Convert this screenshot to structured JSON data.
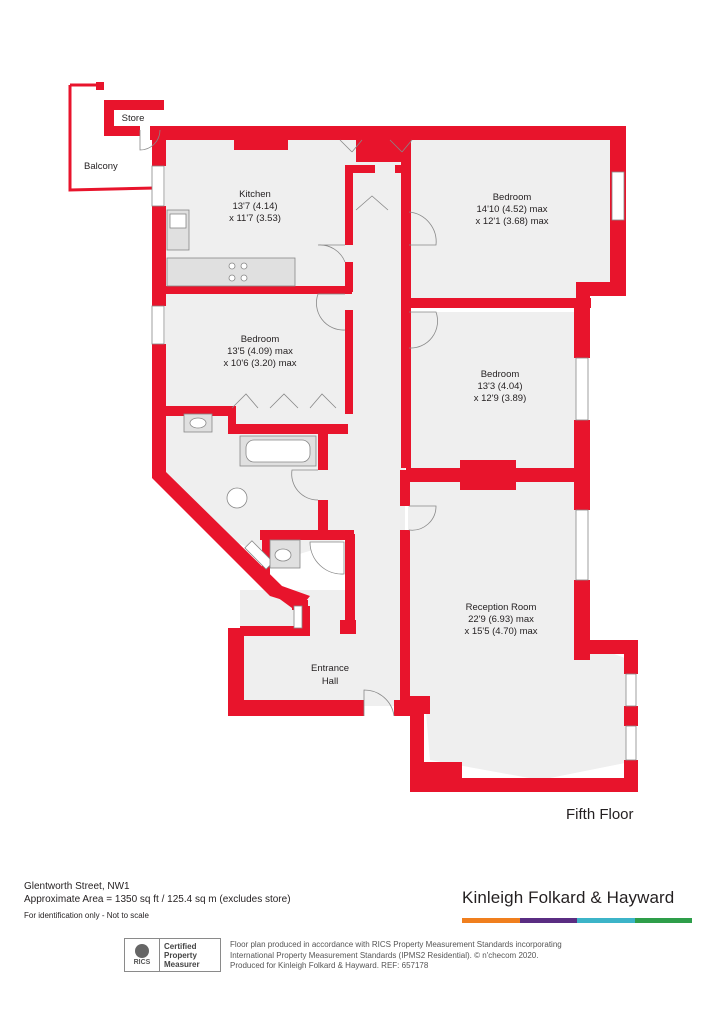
{
  "rooms": {
    "store": "Store",
    "balcony": "Balcony",
    "kitchen": {
      "name": "Kitchen",
      "line1": "13'7 (4.14)",
      "line2": "x 11'7 (3.53)"
    },
    "bedroom_ne": {
      "name": "Bedroom",
      "line1": "14'10 (4.52) max",
      "line2": "x 12'1 (3.68) max"
    },
    "bedroom_w": {
      "name": "Bedroom",
      "line1": "13'5 (4.09) max",
      "line2": "x 10'6 (3.20) max"
    },
    "bedroom_e": {
      "name": "Bedroom",
      "line1": "13'3 (4.04)",
      "line2": "x 12'9 (3.89)"
    },
    "reception": {
      "name": "Reception Room",
      "line1": "22'9 (6.93) max",
      "line2": "x 15'5 (4.70) max"
    },
    "entrance": {
      "line1": "Entrance",
      "line2": "Hall"
    }
  },
  "floor_title": "Fifth Floor",
  "footer": {
    "address": "Glentworth Street, NW1",
    "area": "Approximate Area = 1350 sq ft / 125.4 sq m (excludes store)",
    "note": "For identification only - Not to scale"
  },
  "brand": {
    "name": "Kinleigh Folkard & Hayward",
    "bar_colors": [
      "#f07f1e",
      "#5a2d82",
      "#3cb4c8",
      "#2e9e4a"
    ]
  },
  "rics": {
    "mark": "RICS",
    "line1": "Certified",
    "line2": "Property",
    "line3": "Measurer"
  },
  "disclaimer": {
    "line1": "Floor plan produced in accordance with RICS Property Measurement Standards incorporating",
    "line2": "International Property Measurement Standards (IPMS2 Residential).  © n'checom 2020.",
    "line3": "Produced for Kinleigh Folkard & Hayward.   REF: 657178"
  },
  "colors": {
    "wall": "#e8142c",
    "floor": "#efefef",
    "fixture": "#e0e0e0",
    "line": "#777777"
  }
}
